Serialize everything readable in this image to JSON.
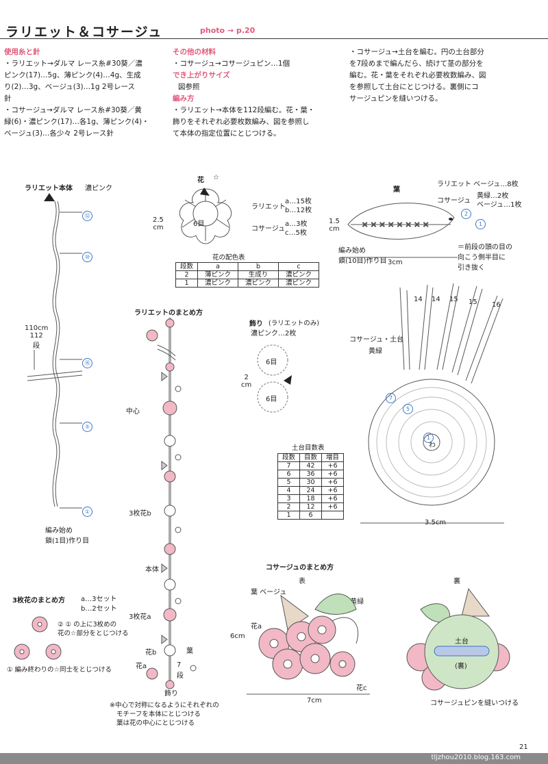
{
  "header": {
    "title": "ラリエット＆コサージュ",
    "ref": "photo → p.20"
  },
  "materials": {
    "heading": "使用糸と針",
    "line1": "・ラリエット→ダルマ レース糸#30葵／濃",
    "line2": "ピンク(17)…5g、薄ピンク(4)…4g、生成",
    "line3": "り(2)…3g、ベージュ(3)…1g 2号レース",
    "line4": "針",
    "line5": "・コサージュ→ダルマ レース糸#30葵／黄",
    "line6": "緑(6)・濃ピンク(17)…各1g、薄ピンク(4)・",
    "line7": "ベージュ(3)…各少々 2号レース針"
  },
  "other": {
    "heading1": "その他の材料",
    "text1": "・コサージュ→コサージュピン…1個",
    "heading2": "でき上がりサイズ",
    "text2": "図参照",
    "heading3": "編み方",
    "line1": "・ラリエット→本体を112段編む。花・葉・",
    "line2": "飾りをそれぞれ必要枚数編み、図を参照し",
    "line3": "て本体の指定位置にとじつける。"
  },
  "instr": {
    "line1": "・コサージュ→土台を編む。円の土台部分",
    "line2": "を7段めまで編んだら、続けて茎の部分を",
    "line3": "編む。花・葉をそれぞれ必要枚数編み、図",
    "line4": "を参照して土台にとじつける。裏側にコ",
    "line5": "サージュピンを縫いつける。"
  },
  "body_diagram": {
    "title": "ラリエット本体",
    "color": "濃ピンク",
    "rows": [
      "⑫",
      "⑩",
      "⑯",
      "⑤",
      "①"
    ],
    "size1": "110cm",
    "size2": "112",
    "size3": "段",
    "start1": "編み始め",
    "start2": "鎖(1目)作り目"
  },
  "flower": {
    "title": "花",
    "star": "☆",
    "size1": "2.5",
    "size2": "cm",
    "center": "6目",
    "lariat": "ラリエット",
    "la": "a…15枚",
    "lb": "b…12枚",
    "corsage": "コサージュ",
    "ca": "a…3枚",
    "cc": "c…5枚",
    "table_title": "花の配色表",
    "table_head": [
      "段数",
      "a",
      "b",
      "c"
    ],
    "table_rows": [
      [
        "2",
        "薄ピンク",
        "生成り",
        "濃ピンク"
      ],
      [
        "1",
        "濃ピンク",
        "濃ピンク",
        "濃ピンク"
      ]
    ]
  },
  "leaf": {
    "title": "葉",
    "r1": "ラリエット ベージュ…8枚",
    "r2": "コサージュ",
    "r3": "黄緑…2枚",
    "r4": "ベージュ…1枚",
    "size1": "1.5",
    "size2": "cm",
    "start1": "編み始め",
    "start2": "鎖(10目)作り目",
    "width": "3cm",
    "note1": "＝前段の頭の目の",
    "note2": "向こう側半目に",
    "note3": "引き抜く"
  },
  "assembly": {
    "title": "ラリエットのまとめ方",
    "center": "中心",
    "three": "3枚花b",
    "body": "本体",
    "threea": "3枚花a",
    "flb": "花b",
    "leaf": "葉",
    "fla": "花a",
    "seven": "7",
    "dan": "段",
    "deco": "飾り",
    "note1": "※中心で対称になるようにそれぞれの",
    "note2": "モチーフを本体にとじつける",
    "note3": "葉は花の中心にとじつける"
  },
  "deco": {
    "title": "飾り",
    "sub": "(ラリエットのみ)",
    "color": "濃ピンク…2枚",
    "size1": "2",
    "size2": "cm",
    "m1": "6目",
    "m2": "6目"
  },
  "base": {
    "title": "コサージュ・土台",
    "color": "黄緑",
    "stems": [
      "14",
      "14",
      "15",
      "15",
      "16"
    ],
    "width": "3.5cm",
    "center": "わ",
    "table_title": "土台目数表",
    "table_head": [
      "段数",
      "目数",
      "増目"
    ],
    "table_rows": [
      [
        "7",
        "42",
        "+6"
      ],
      [
        "6",
        "36",
        "+6"
      ],
      [
        "5",
        "30",
        "+6"
      ],
      [
        "4",
        "24",
        "+6"
      ],
      [
        "3",
        "18",
        "+6"
      ],
      [
        "2",
        "12",
        "+6"
      ],
      [
        "1",
        "6",
        ""
      ]
    ]
  },
  "three_flower": {
    "title": "3枚花のまとめ方",
    "a": "a…3セット",
    "b": "b…2セット",
    "step2a": "② ① の上に3枚めの",
    "step2b": "花の☆部分をとじつける",
    "step1": "① 編み終わりの☆同士をとじつける"
  },
  "corsage_assembly": {
    "title": "コサージュのまとめ方",
    "front": "表",
    "back": "裏",
    "leaf_beige": "葉 ベージュ",
    "leaf_green": "葉 黄緑",
    "fa": "花a",
    "fc": "花c",
    "height": "6cm",
    "width": "7cm",
    "base": "土台",
    "ura": "(裏)",
    "pin": "コサージュピンを縫いつける"
  },
  "page": "21",
  "footer": "tljzhou2010.blog.163.com"
}
